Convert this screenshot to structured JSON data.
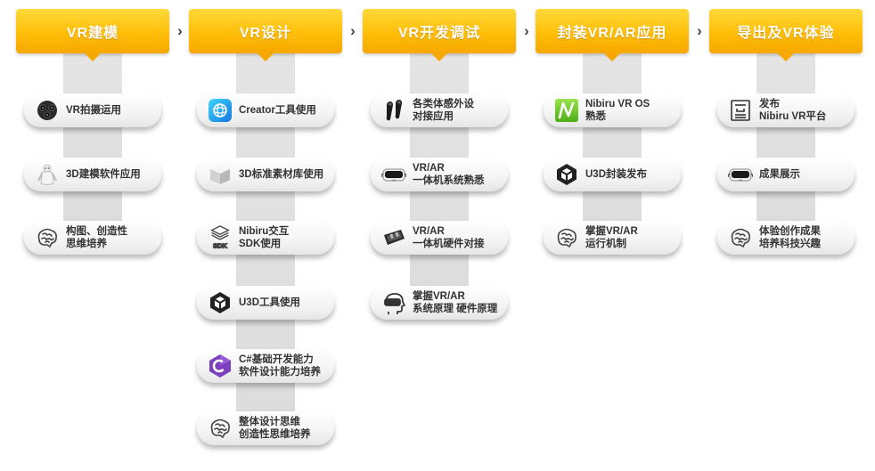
{
  "columns": [
    {
      "title": "VR建模",
      "items": [
        {
          "icon": "vr-camera-icon",
          "lines": [
            "VR拍摄运用"
          ]
        },
        {
          "icon": "3d-figure-icon",
          "lines": [
            "3D建模软件应用"
          ]
        },
        {
          "icon": "brain-icon",
          "lines": [
            "构图、创造性",
            "思维培养"
          ]
        }
      ]
    },
    {
      "title": "VR设计",
      "items": [
        {
          "icon": "creator-app-icon",
          "lines": [
            "Creator工具使用"
          ]
        },
        {
          "icon": "cube-icon",
          "lines": [
            "3D标准素材库使用"
          ]
        },
        {
          "icon": "sdk-layers-icon",
          "icon_text": "SDK",
          "lines": [
            "Nibiru交互",
            "SDK使用"
          ]
        },
        {
          "icon": "unity-logo-icon",
          "lines": [
            "U3D工具使用"
          ]
        },
        {
          "icon": "csharp-logo-icon",
          "icon_text": "C#",
          "lines": [
            "C#基础开发能力",
            "软件设计能力培养"
          ]
        },
        {
          "icon": "brain-icon",
          "lines": [
            "整体设计思维",
            "创造性思维培养"
          ]
        }
      ]
    },
    {
      "title": "VR开发调试",
      "items": [
        {
          "icon": "motion-controllers-icon",
          "lines": [
            "各类体感外设",
            "对接应用"
          ]
        },
        {
          "icon": "vr-headset-icon",
          "lines": [
            "VR/AR",
            "一体机系统熟悉"
          ]
        },
        {
          "icon": "vr-hardware-icon",
          "lines": [
            "VR/AR",
            "一体机硬件对接"
          ]
        },
        {
          "icon": "head-with-headset-icon",
          "lines": [
            "掌握VR/AR",
            "系统原理  硬件原理"
          ]
        }
      ]
    },
    {
      "title": "封装VR/AR应用",
      "items": [
        {
          "icon": "nibiru-logo-icon",
          "lines": [
            "Nibiru VR OS",
            "熟悉"
          ]
        },
        {
          "icon": "unity-logo-icon",
          "lines": [
            "U3D封装发布"
          ]
        },
        {
          "icon": "brain-icon",
          "lines": [
            "掌握VR/AR",
            "运行机制"
          ]
        }
      ]
    },
    {
      "title": "导出及VR体验",
      "items": [
        {
          "icon": "document-icon",
          "lines": [
            "发布",
            "Nibiru VR平台"
          ]
        },
        {
          "icon": "vr-headset-icon",
          "lines": [
            "成果展示"
          ]
        },
        {
          "icon": "brain-icon",
          "lines": [
            "体验创作成果",
            "培养科技兴趣"
          ]
        }
      ]
    }
  ],
  "separator_glyph": "›",
  "colors": {
    "header_top": "#ffd93a",
    "header_bottom": "#f6a800",
    "spine": "#e0e0e0",
    "text": "#333333"
  }
}
